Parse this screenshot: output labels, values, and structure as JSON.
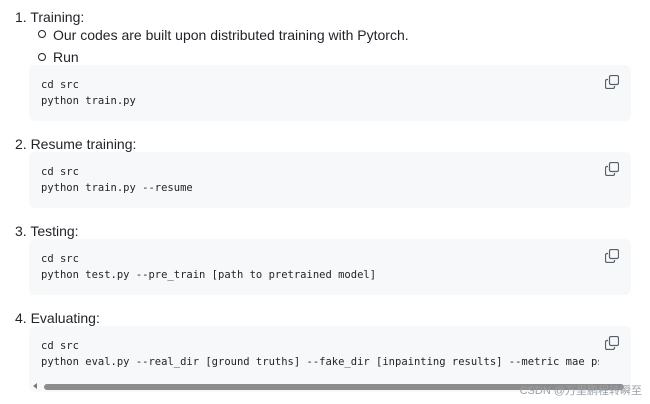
{
  "steps": [
    {
      "title": "1. Training:",
      "sub_items": [
        "Our codes are built upon distributed training with Pytorch.",
        "Run"
      ],
      "code": [
        "cd src",
        "python train.py"
      ]
    },
    {
      "title": "2. Resume training:",
      "code": [
        "cd src",
        "python train.py --resume"
      ]
    },
    {
      "title": "3. Testing:",
      "code": [
        "cd src",
        "python test.py --pre_train [path to pretrained model]"
      ]
    },
    {
      "title": "4. Evaluating:",
      "code": [
        "cd src",
        "python eval.py --real_dir [ground truths] --fake_dir [inpainting results] --metric mae psnr ssim"
      ]
    }
  ],
  "icons": {
    "copy": "copy-icon",
    "scroll_left": "scroll-left-arrow-icon"
  },
  "watermark": "CSDN @万里鹏程转瞬至",
  "colors": {
    "code_background": "#f6f8fa",
    "text": "#1f2328",
    "icon": "#57606a"
  }
}
